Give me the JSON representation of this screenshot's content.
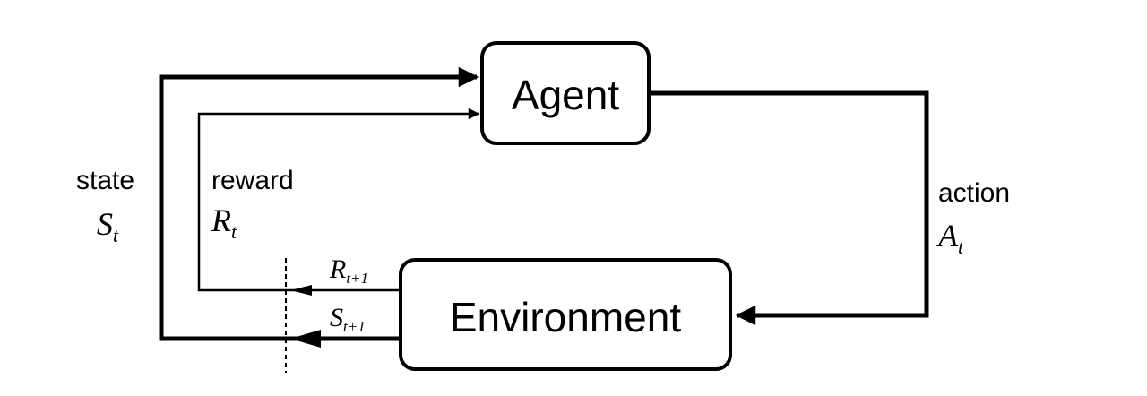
{
  "agent": {
    "label": "Agent"
  },
  "environment": {
    "label": "Environment"
  },
  "state": {
    "word": "state",
    "symbol": "S",
    "subscript": "t"
  },
  "reward": {
    "word": "reward",
    "symbol": "R",
    "subscript": "t"
  },
  "action": {
    "word": "action",
    "symbol": "A",
    "subscript": "t"
  },
  "next_reward": {
    "symbol": "R",
    "subscript": "t+1"
  },
  "next_state": {
    "symbol": "S",
    "subscript": "t+1"
  },
  "colors": {
    "stroke": "#000000",
    "background": "#ffffff"
  }
}
